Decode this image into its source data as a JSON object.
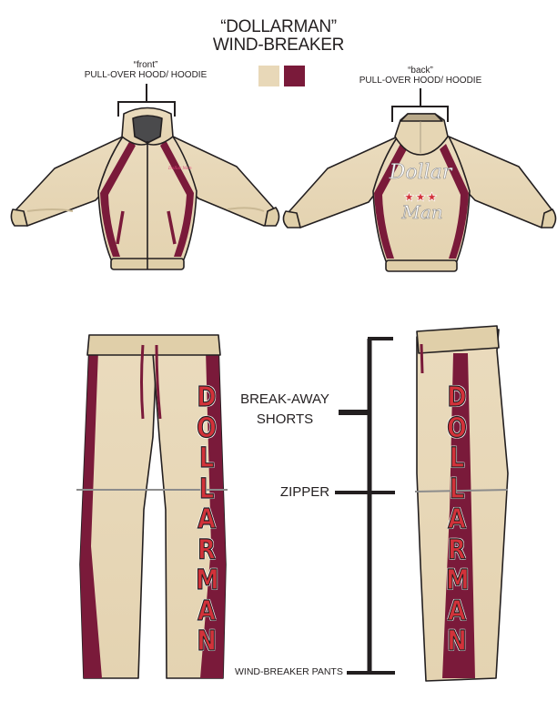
{
  "header": {
    "title_line1": "“DOLLARMAN”",
    "title_line2": "WIND-BREAKER"
  },
  "colors": {
    "swatches": [
      {
        "name": "tan",
        "hex": "#e8d8b8"
      },
      {
        "name": "maroon",
        "hex": "#7a1a3a"
      }
    ],
    "letter_red": "#d2323a",
    "outline": "#231f20"
  },
  "front_label": {
    "qualifier": "“front”",
    "description": "PULL-OVER HOOD/ HOODIE"
  },
  "back_label": {
    "qualifier": "“back”",
    "description": "PULL-OVER HOOD/ HOODIE"
  },
  "back_graphic": {
    "line1": "Dollar",
    "line2": "Man",
    "stars": "★★★"
  },
  "pants": {
    "leg_text": "DOLLARMAN"
  },
  "callouts": [
    {
      "line1": "BREAK-AWAY",
      "line2": "SHORTS"
    },
    {
      "line1": "ZIPPER"
    },
    {
      "line1": "WIND-BREAKER PANTS"
    }
  ]
}
